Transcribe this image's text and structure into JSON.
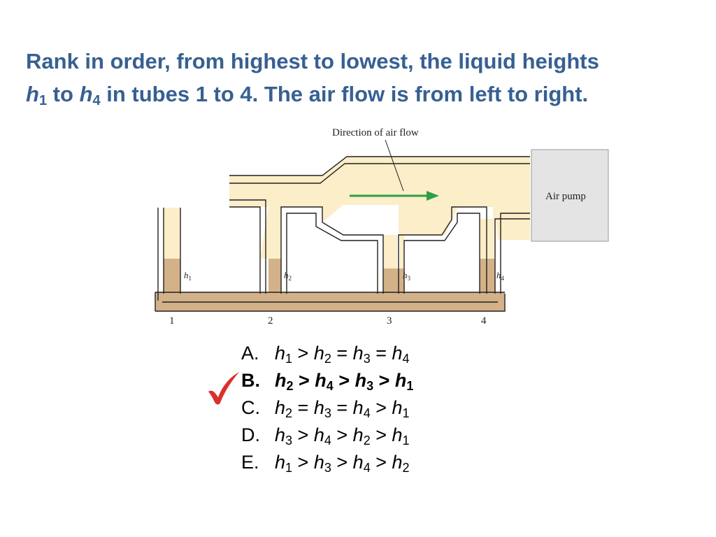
{
  "question": {
    "part1": "Rank in order, from highest to lowest, the liquid heights ",
    "h_a": "h",
    "sub_a": "1",
    "part2": " to ",
    "h_b": "h",
    "sub_b": "4",
    "part3": " in tubes 1 to 4. The air flow is from left to right."
  },
  "diagram": {
    "flow_label": "Direction of air flow",
    "pump_label": "Air pump",
    "tube_numbers": [
      "1",
      "2",
      "3",
      "4"
    ],
    "height_var": "h",
    "height_subs": [
      "1",
      "2",
      "3",
      "4"
    ],
    "colors": {
      "air": "#fbeec8",
      "liquid": "#d3b289",
      "wall": "#231f20",
      "arrow": "#2e9e47",
      "pump": "#e4e4e4"
    }
  },
  "options": [
    {
      "letter": "A.",
      "terms": [
        [
          "h",
          "1",
          " > "
        ],
        [
          "h",
          "2",
          " = "
        ],
        [
          "h",
          "3",
          " = "
        ],
        [
          "h",
          "4",
          ""
        ]
      ],
      "correct": false
    },
    {
      "letter": "B.",
      "terms": [
        [
          "h",
          "2",
          " > "
        ],
        [
          "h",
          "4",
          " > "
        ],
        [
          "h",
          "3",
          " > "
        ],
        [
          "h",
          "1",
          ""
        ]
      ],
      "correct": true
    },
    {
      "letter": "C.",
      "terms": [
        [
          "h",
          "2",
          " = "
        ],
        [
          "h",
          "3",
          " = "
        ],
        [
          "h",
          "4",
          " > "
        ],
        [
          "h",
          "1",
          ""
        ]
      ],
      "correct": false
    },
    {
      "letter": "D.",
      "terms": [
        [
          "h",
          "3",
          " > "
        ],
        [
          "h",
          "4",
          " > "
        ],
        [
          "h",
          "2",
          " > "
        ],
        [
          "h",
          "1",
          ""
        ]
      ],
      "correct": false
    },
    {
      "letter": "E.",
      "terms": [
        [
          "h",
          "1",
          " > "
        ],
        [
          "h",
          "3",
          " > "
        ],
        [
          "h",
          "4",
          " > "
        ],
        [
          "h",
          "2",
          ""
        ]
      ],
      "correct": false
    }
  ],
  "checkmark": {
    "icon": "checkmark-icon",
    "color": "#d9302c"
  }
}
